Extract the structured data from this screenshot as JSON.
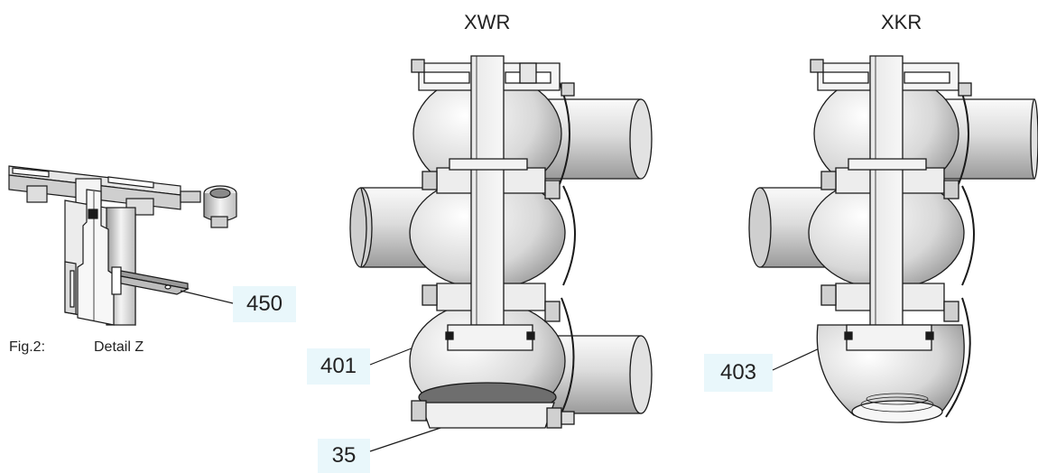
{
  "titles": {
    "left": "XWR",
    "right": "XKR"
  },
  "caption": {
    "fig": "Fig.2:",
    "detail": "Detail Z"
  },
  "callouts": {
    "c450": "450",
    "c401": "401",
    "c35": "35",
    "c403": "403"
  },
  "colors": {
    "label_background": "#e9f7fb",
    "line": "#1a1a1a",
    "metal_light": "#f2f2f2",
    "metal_mid": "#cfcfcf",
    "metal_dark": "#8a8a8a"
  }
}
